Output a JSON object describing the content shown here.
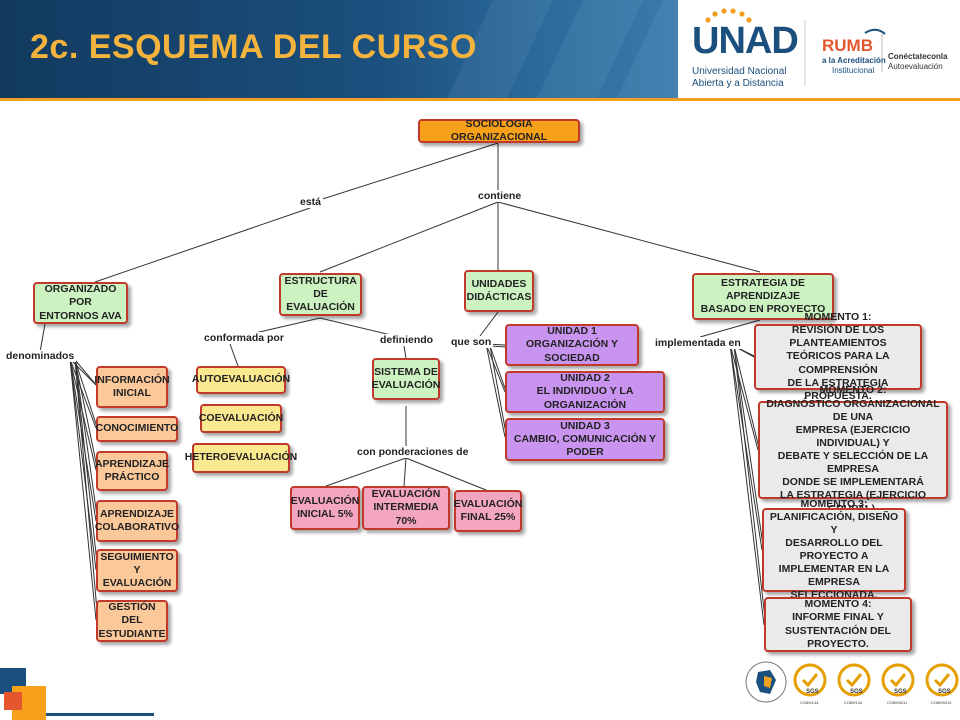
{
  "header": {
    "title": "2c. ESQUEMA DEL CURSO"
  },
  "logos": {
    "unad_letters": "UNAD",
    "unad_line1": "Universidad Nacional",
    "unad_line2": "Abierta y a Distancia",
    "rumbo_word": "RUMB",
    "rumbo_line1": "a la Acreditación",
    "rumbo_line2": "Institucional",
    "conectate_line1": "Conéctateconla",
    "conectate_line2": "Autoevaluación"
  },
  "certs": {
    "labels": [
      "CO89/144",
      "CO89/144",
      "CO89/5011",
      "CO89/5012"
    ],
    "sgs": "SGS"
  },
  "map": {
    "root": "SOCIOLOGIA ORGANIZACIONAL",
    "links": {
      "esta": "está",
      "contiene": "contiene",
      "denominados": "denominados",
      "conformada": "conformada por",
      "definiendo": "definiendo",
      "que_son": "que son",
      "implementada": "implementada en",
      "ponderaciones": "con ponderaciones de"
    },
    "nodes": {
      "ava": "ORGANIZADO POR\nENTORNOS AVA",
      "estructura": "ESTRUCTURA DE\nEVALUACIÓN",
      "unidades": "UNIDADES\nDIDÁCTICAS",
      "estrategia": "ESTRATEGIA DE APRENDIZAJE\nBASADO EN PROYECTO"
    },
    "ava_items": [
      "INFORMACIÓN\nINICIAL",
      "CONOCIMIENTO",
      "APRENDIZAJE\nPRÁCTICO",
      "APRENDIZAJE\nCOLABORATIVO",
      "SEGUIMIENTO Y\nEVALUACIÓN",
      "GESTIÓN DEL\nESTUDIANTE"
    ],
    "evaluacion_tipos": [
      "AUTOEVALUACIÓN",
      "COEVALUACIÓN",
      "HETEROEVALUACIÓN"
    ],
    "sistema": "SISTEMA DE\nEVALUACIÓN",
    "ponderaciones": [
      "EVALUACIÓN\nINICIAL 5%",
      "EVALUACIÓN\nINTERMEDIA 70%",
      "EVALUACIÓN\nFINAL 25%"
    ],
    "unidades_items": [
      "UNIDAD 1\nORGANIZACIÓN Y SOCIEDAD",
      "UNIDAD 2\nEL INDIVIDUO Y LA ORGANIZACIÓN",
      "UNIDAD 3\nCAMBIO, COMUNICACIÓN Y PODER"
    ],
    "momentos": [
      "MOMENTO 1:\nREVISIÓN DE LOS PLANTEAMIENTOS\nTEÓRICOS PARA LA COMPRENSIÓN\nDE LA ESTRATEGIA PROPUESTA.",
      "MOMENTO 2:\nDIAGNÓSTICO ORGANIZACIONAL DE UNA\nEMPRESA (EJERCICIO INDIVIDUAL) Y\nDEBATE Y SELECCIÓN DE LA EMPRESA\nDONDE SE IMPLEMENTARÁ\nLA ESTRATEGIA (EJERCICIO GRUPAL).",
      "MOMENTO 3:\nPLANIFICACIÓN, DISEÑO Y\nDESARROLLO DEL PROYECTO A\nIMPLEMENTAR EN LA\nEMPRESA SELECCIONADA.",
      "MOMENTO 4:\nINFORME FINAL Y\nSUSTENTACIÓN DEL PROYECTO."
    ]
  },
  "colors": {
    "header_bg": "#1b4f7d",
    "title": "#f3b33d",
    "accent": "#f0a020",
    "node_border": "#c0392b"
  }
}
